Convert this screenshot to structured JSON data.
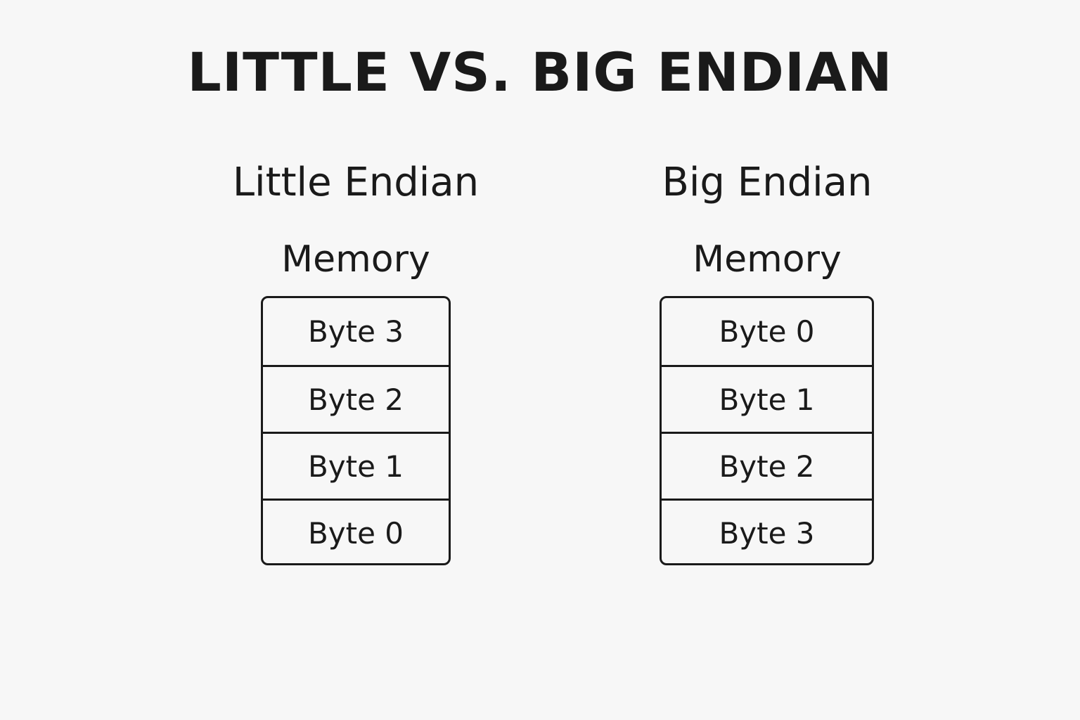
{
  "title": "LITTLE VS. BIG ENDIAN",
  "little_endian": {
    "heading": "Little Endian",
    "memory_label": "Memory",
    "bytes": [
      "Byte 3",
      "Byte 2",
      "Byte 1",
      "Byte 0"
    ]
  },
  "big_endian": {
    "heading": "Big Endian",
    "memory_label": "Memory",
    "bytes": [
      "Byte 0",
      "Byte 1",
      "Byte 2",
      "Byte 3"
    ]
  }
}
